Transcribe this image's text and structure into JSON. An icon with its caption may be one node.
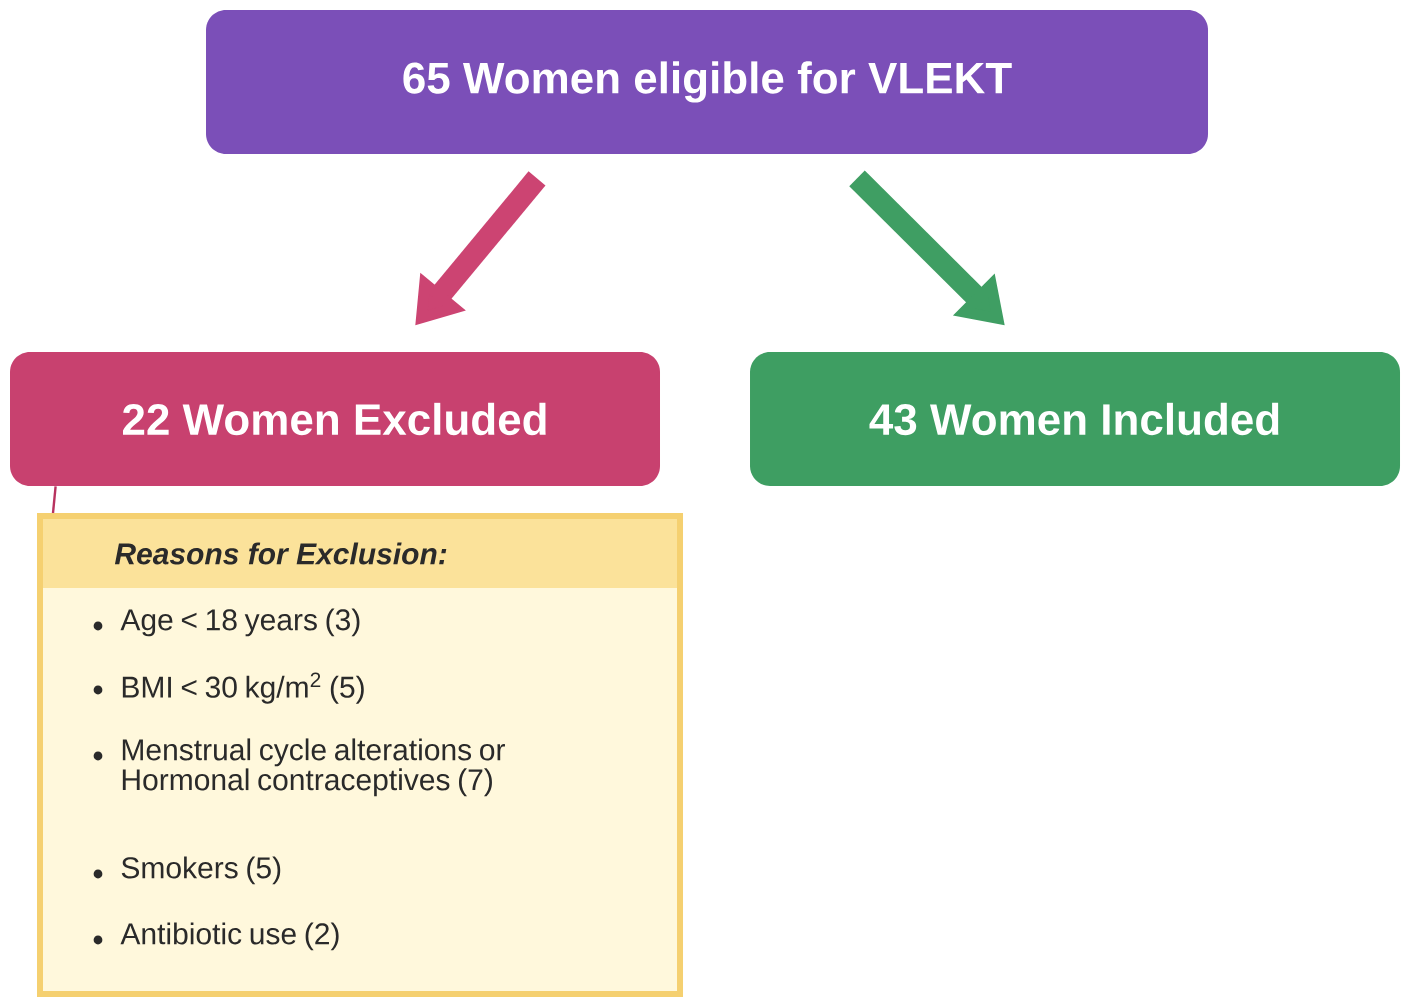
{
  "diagram": {
    "nodes": [
      {
        "text": [
          "65 Women eligible for VLEKT"
        ]
      },
      {
        "text": [
          "22 Women Excluded"
        ]
      },
      {
        "text": [
          "43 Women Included"
        ]
      },
      {
        "text": [
          "Reasons for Exclusion:",
          "Age < 18 years (3)",
          "BMI < 30 kg/m$^{2}$ (5)",
          "Menstrual cycle alterations or Hormonal contraceptives (7)",
          "Smokers (5)",
          "Antibiotic use (2)"
        ]
      }
    ],
    "edges": [
      {
        "from": 0,
        "to": 1,
        "arrow": "to",
        "color": "#cc4472"
      },
      {
        "from": 0,
        "to": 2,
        "arrow": "to",
        "color": "#3f9e63"
      },
      {
        "from": 1,
        "to": 3,
        "arrow": "none",
        "color": "#b8325f"
      }
    ]
  }
}
